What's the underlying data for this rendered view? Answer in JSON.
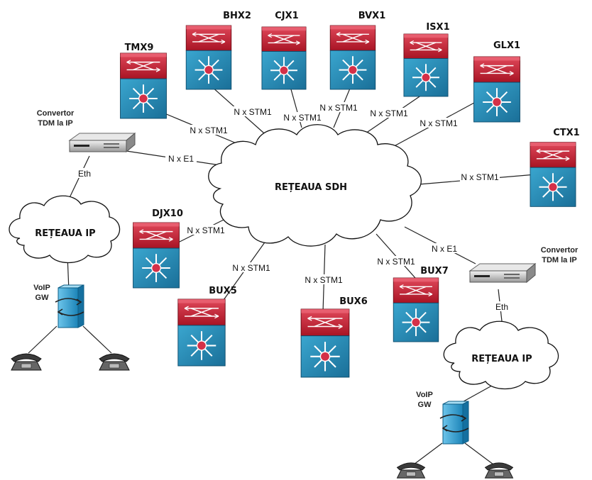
{
  "clouds": {
    "sdh": "REȚEAUA SDH",
    "ip_left": "REȚEAUA IP",
    "ip_right": "REȚEAUA IP"
  },
  "nodes": {
    "tmx9": "TMX9",
    "bhx2": "BHX2",
    "cjx1": "CJX1",
    "bvx1": "BVX1",
    "isx1": "ISX1",
    "glx1": "GLX1",
    "ctx1": "CTX1",
    "djx10": "DJX10",
    "bux5": "BUX5",
    "bux6": "BUX6",
    "bux7": "BUX7"
  },
  "links": {
    "stm1": "N x STM1",
    "e1": "N x E1",
    "eth": "Eth"
  },
  "converters": {
    "left_line1": "Convertor",
    "left_line2": "TDM la IP",
    "right_line1": "Convertor",
    "right_line2": "TDM la IP"
  },
  "gateways": {
    "left_line1": "VoIP",
    "left_line2": "GW",
    "right_line1": "VoIP",
    "right_line2": "GW"
  }
}
